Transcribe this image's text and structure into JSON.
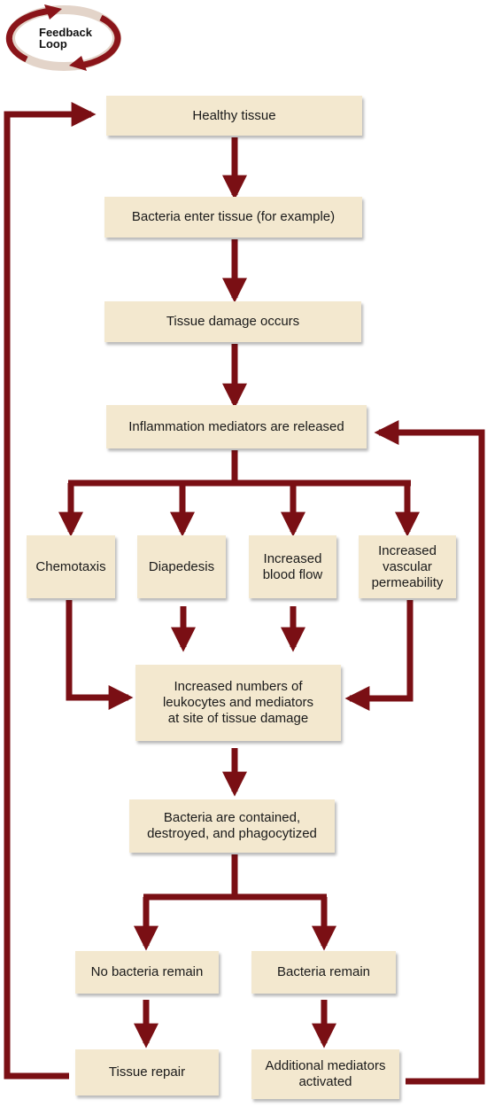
{
  "badge": {
    "label": "Feedback\nLoop"
  },
  "colors": {
    "arrow": "#7a0f14",
    "box": "#f3e8cf"
  },
  "nodes": {
    "healthy_tissue": "Healthy tissue",
    "bacteria_enter": "Bacteria enter tissue (for example)",
    "tissue_damage": "Tissue damage occurs",
    "mediators_released": "Inflammation mediators are released",
    "chemotaxis": "Chemotaxis",
    "diapedesis": "Diapedesis",
    "blood_flow": "Increased\nblood flow",
    "permeability": "Increased\nvascular\npermeability",
    "leukocytes": "Increased numbers of\nleukocytes and mediators\nat site of tissue damage",
    "bacteria_contained": "Bacteria are contained,\ndestroyed, and phagocytized",
    "no_bacteria": "No bacteria remain",
    "bacteria_remain": "Bacteria remain",
    "tissue_repair": "Tissue repair",
    "additional_mediators": "Additional mediators\nactivated"
  }
}
